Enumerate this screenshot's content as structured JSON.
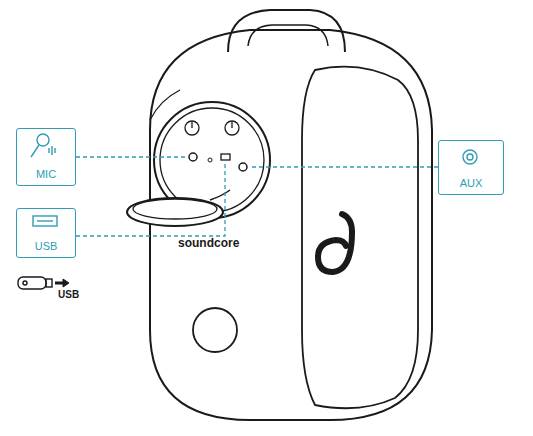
{
  "diagram": {
    "nodes": [
      {
        "text": [
          "MIC"
        ]
      },
      {
        "text": [
          "USB"
        ]
      },
      {
        "text": [
          "AUX"
        ]
      }
    ],
    "labels": [
      "soundcore",
      "USB"
    ]
  }
}
